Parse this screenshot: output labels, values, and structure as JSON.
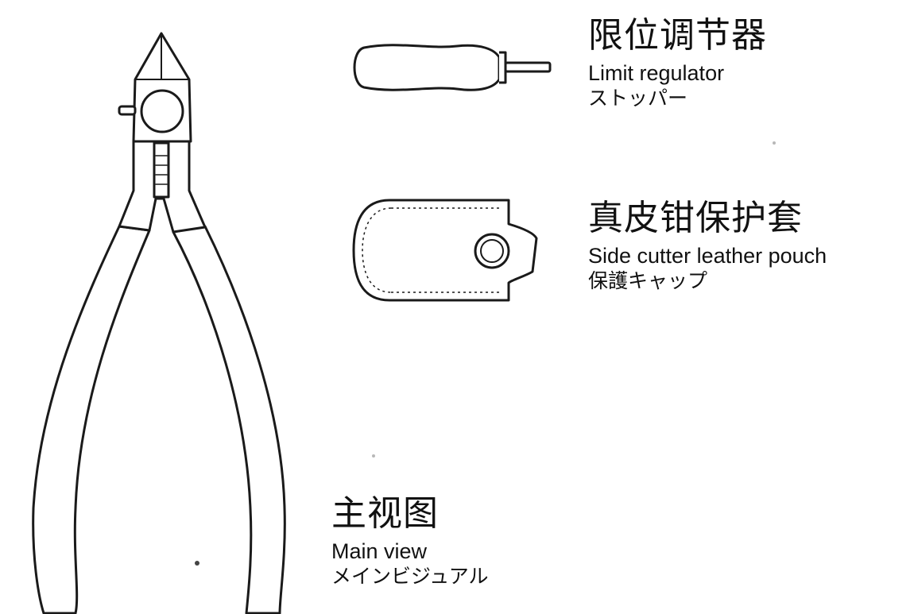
{
  "colors": {
    "line": "#1a1a1a",
    "paper": "#ffffff"
  },
  "parts": {
    "limit_regulator": {
      "zh": "限位调节器",
      "en": "Limit regulator",
      "ja": "ストッパー",
      "icon": "screwdriver-icon"
    },
    "leather_pouch": {
      "zh": "真皮钳保护套",
      "en": "Side cutter leather pouch",
      "ja": "保護キャップ",
      "icon": "pouch-icon"
    },
    "main_view": {
      "zh": "主视图",
      "en": "Main view",
      "ja": "メインビジュアル",
      "icon": "side-cutter-pliers-icon"
    }
  }
}
